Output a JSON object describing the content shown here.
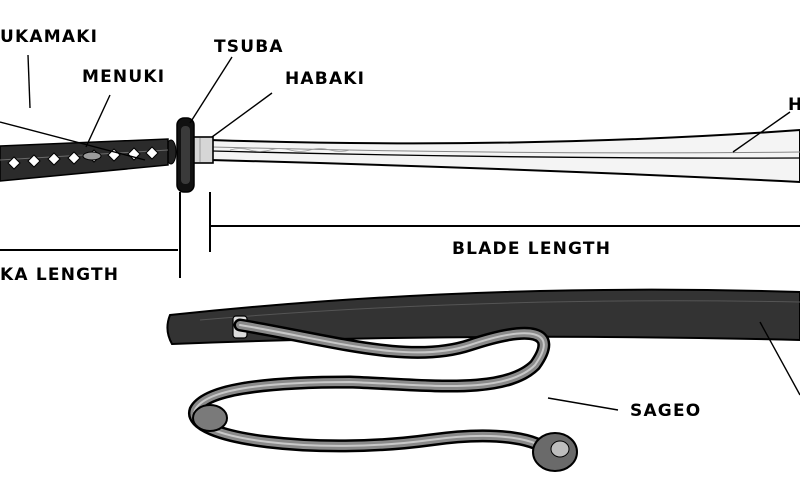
{
  "labels": {
    "tsukamaki": "UKAMAKI",
    "menuki": "MENUKI",
    "tsuba": "TSUBA",
    "habaki": "HABAKI",
    "blade_tip": "H",
    "tsuka_length": "KA LENGTH",
    "blade_length": "BLADE LENGTH",
    "sageo": "SAGEO"
  },
  "colors": {
    "ink": "#000000",
    "handle": "#2b2b2b",
    "scabbard": "#333333",
    "cord": "#8a8a8a",
    "blade": "#f4f4f4",
    "habaki": "#d6d6d6"
  }
}
